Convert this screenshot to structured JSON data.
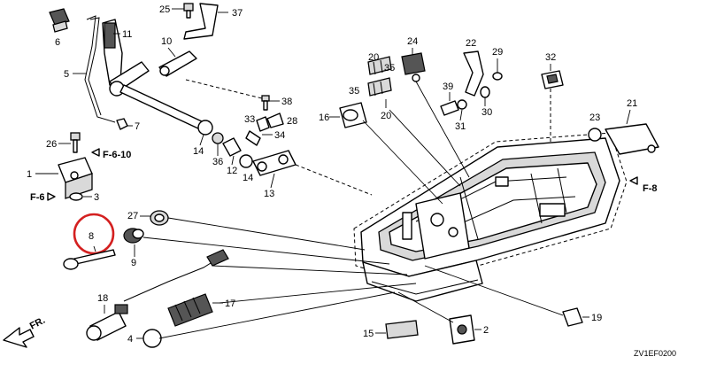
{
  "diagram": {
    "code": "ZV1EF0200",
    "front_label": "FR.",
    "refs": {
      "f610": "F-6-10",
      "f6": "F-6",
      "f8": "F-8"
    },
    "callouts": {
      "c1": "1",
      "c2": "2",
      "c3": "3",
      "c4": "4",
      "c5": "5",
      "c6": "6",
      "c7": "7",
      "c8": "8",
      "c9": "9",
      "c10": "10",
      "c11": "11",
      "c12": "12",
      "c13": "13",
      "c14a": "14",
      "c14b": "14",
      "c15": "15",
      "c16": "16",
      "c17": "17",
      "c18": "18",
      "c19": "19",
      "c20a": "20",
      "c20b": "20",
      "c21": "21",
      "c22": "22",
      "c23": "23",
      "c24": "24",
      "c25": "25",
      "c26": "26",
      "c27": "27",
      "c28": "28",
      "c29": "29",
      "c30": "30",
      "c31": "31",
      "c32": "32",
      "c33": "33",
      "c34": "34",
      "c35a": "35",
      "c35b": "35",
      "c36": "36",
      "c37": "37",
      "c38": "38",
      "c39": "39"
    },
    "highlight": {
      "part": "8",
      "color": "#d42020"
    }
  }
}
